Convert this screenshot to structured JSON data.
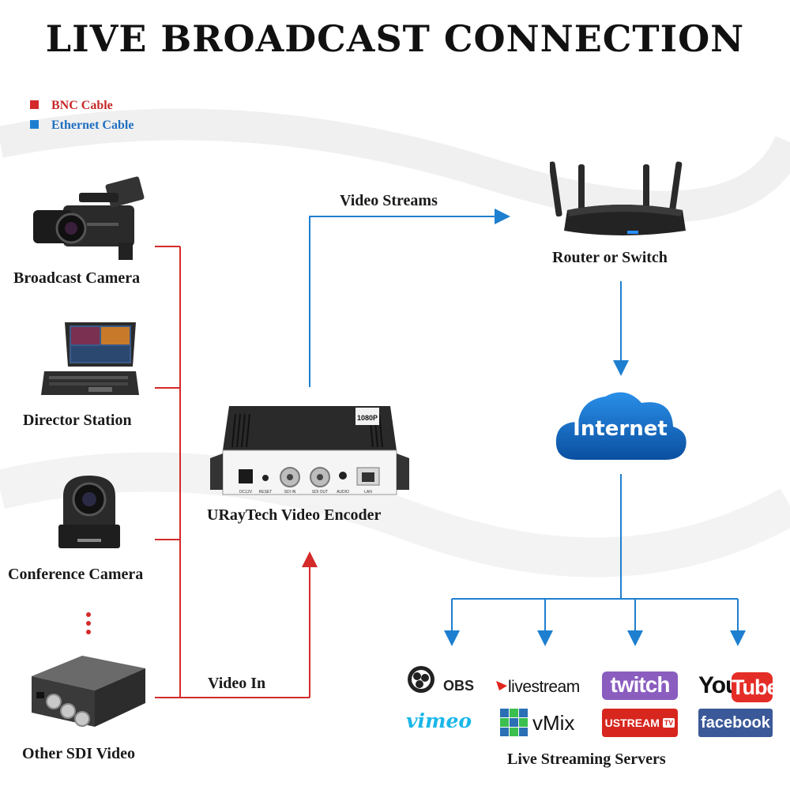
{
  "title": "LIVE BROADCAST CONNECTION",
  "legend": [
    {
      "label": "BNC Cable",
      "color": "#d42a2a"
    },
    {
      "label": "Ethernet Cable",
      "color": "#1e7fd0"
    }
  ],
  "sources": {
    "broadcast_camera": "Broadcast Camera",
    "director_station": "Director Station",
    "conference_camera": "Conference Camera",
    "other_sdi": "Other SDI Video"
  },
  "encoder": {
    "label": "URayTech Video Encoder",
    "badge": "1080P",
    "ports": [
      "DC12V",
      "RESET",
      "SDI IN",
      "SDI OUT",
      "AUDIO",
      "LAN"
    ]
  },
  "flows": {
    "video_in": "Video In",
    "video_streams": "Video Streams"
  },
  "router": {
    "label": "Router or Switch"
  },
  "cloud": {
    "label": "Internet"
  },
  "servers": {
    "label": "Live Streaming Servers",
    "logos": {
      "obs": "OBS",
      "livestream": "livestream",
      "twitch": "twitch",
      "youtube_you": "You",
      "youtube_tube": "Tube",
      "vimeo": "vimeo",
      "vmix": "vMix",
      "ustream": "USTREAM",
      "ustream_tv": "TV",
      "facebook": "facebook"
    }
  },
  "colors": {
    "bnc": "#d42a2a",
    "ethernet": "#1e7fd0",
    "cloud": "#1a6fc4"
  }
}
